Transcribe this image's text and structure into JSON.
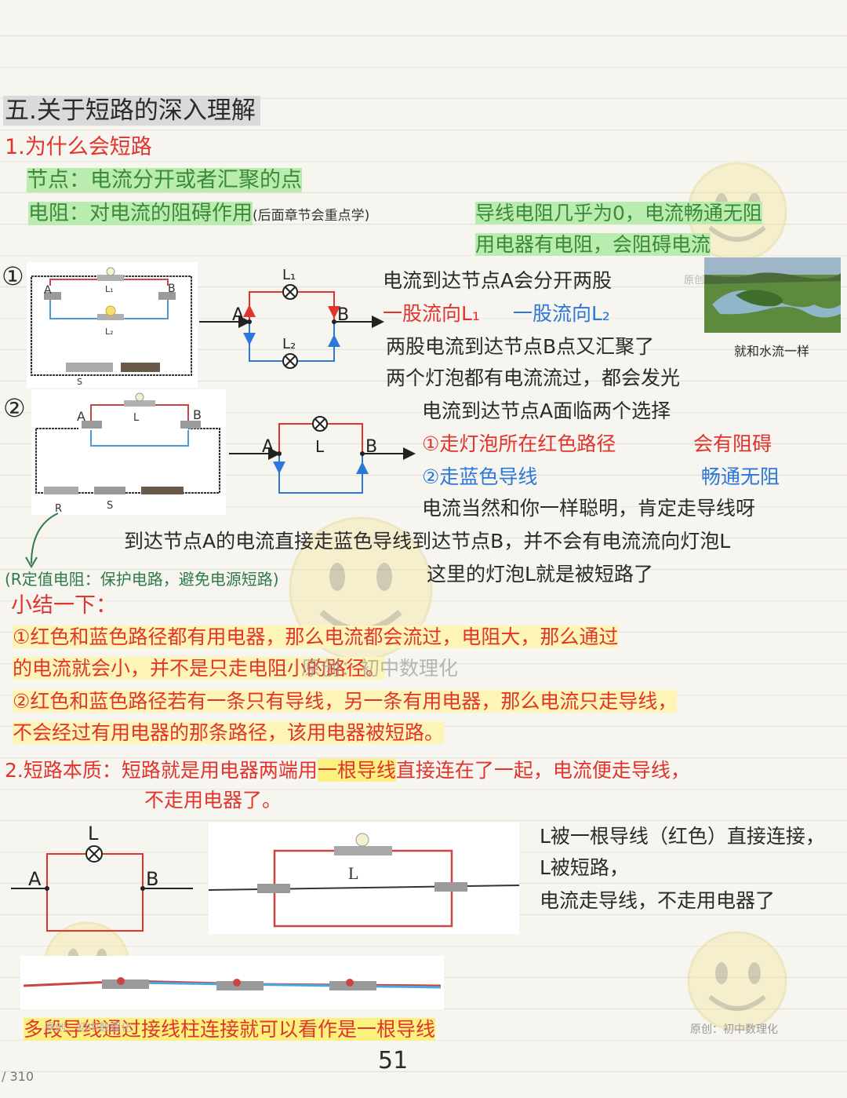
{
  "section_title": "五.关于短路的深入理解",
  "q1_title": "1.为什么会短路",
  "node_def": "节点：电流分开或者汇聚的点",
  "resistance_def": "电阻：对电流的阻碍作用",
  "resistance_note": "(后面章节会重点学)",
  "wire_note_1": "导线电阻几乎为0，电流畅通无阻",
  "wire_note_2": "用电器有电阻，会阻碍电流",
  "case1": {
    "marker": "①",
    "line1": "电流到达节点A会分开两股",
    "line2a": "一股流向L₁",
    "line2b": "一股流向L₂",
    "line3": "两股电流到达节点B点又汇聚了",
    "line4": "两个灯泡都有电流流过，都会发光",
    "river_caption": "就和水流一样",
    "river_mark": "原创",
    "photo_labels": {
      "a": "A",
      "b": "B",
      "l1": "L₁",
      "l2": "L₂",
      "s": "S"
    },
    "diagram_labels": {
      "a": "A",
      "b": "B",
      "l1": "L₁",
      "l2": "L₂"
    }
  },
  "case2": {
    "marker": "②",
    "line1": "电流到达节点A面临两个选择",
    "opt1": "①走灯泡所在红色路径",
    "opt1_result": "会有阻碍",
    "opt2": "②走蓝色导线",
    "opt2_result": "畅通无阻",
    "line4": "电流当然和你一样聪明，肯定走导线呀",
    "line5": "到达节点A的电流直接走蓝色导线到达节点B，并不会有电流流向灯泡L",
    "line6": "这里的灯泡L就是被短路了",
    "r_note": "(R定值电阻：保护电路，避免电源短路)",
    "photo_labels": {
      "a": "A",
      "b": "B",
      "l": "L",
      "r": "R",
      "s": "S"
    },
    "diagram_labels": {
      "a": "A",
      "b": "B",
      "l": "L"
    }
  },
  "summary": {
    "title": "小结一下：",
    "p1a": "①红色和蓝色路径都有用电器，那么电流都会流过，电阻大，那么通过",
    "p1b": "的电流就会小，并不是只走电阻小的路径。",
    "p2a": "②红色和蓝色路径若有一条只有导线，另一条有用电器，那么电流只走导线，",
    "p2b": "不会经过有用电器的那条路径，该用电器被短路。"
  },
  "q2": {
    "label": "2.短路本质：",
    "text_a": "短路就是用电器两端用",
    "text_hl": "一根导线",
    "text_b": "直接连在了一起，电流便走导线，",
    "text_c": "不走用电器了。",
    "note1": "L被一根导线（红色）直接连接，",
    "note2": "L被短路，",
    "note3": "电流走导线，不走用电器了",
    "diagram_labels": {
      "a": "A",
      "b": "B",
      "l": "L"
    },
    "photo_label_l": "L"
  },
  "final_note": "多段导线通过接线柱连接就可以看作是一根导线",
  "watermark_center": "原创：初中数理化",
  "watermark_bottom_left": "原创：初中数理化",
  "watermark_bottom_right": "原创：初中数理化",
  "page_number": "51",
  "page_indicator": "/ 310",
  "colors": {
    "red": "#e0342c",
    "blue": "#2a78d8",
    "green": "#3a8a3a",
    "highlight_green": "#b9ecae",
    "highlight_yellow": "#fbf17e"
  }
}
